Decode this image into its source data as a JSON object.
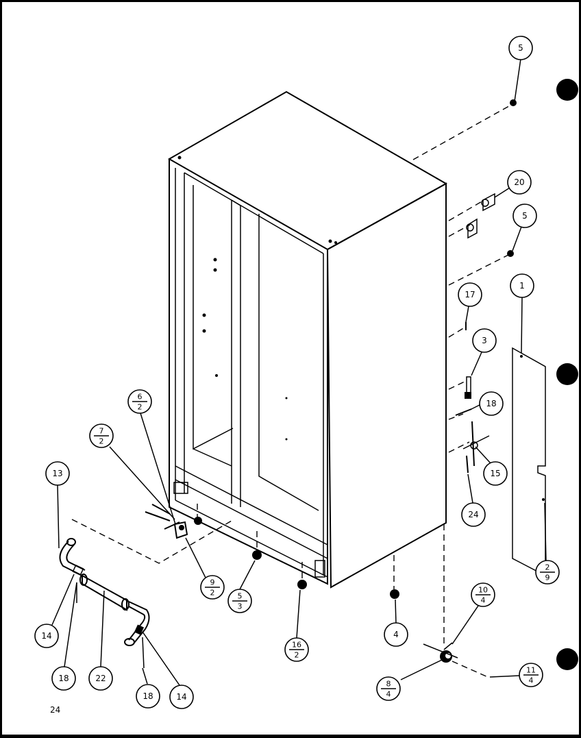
{
  "page_number": "24",
  "callouts": [
    {
      "id": "c5a",
      "top": "5"
    },
    {
      "id": "c20",
      "top": "20"
    },
    {
      "id": "c5b",
      "top": "5"
    },
    {
      "id": "c17",
      "top": "17"
    },
    {
      "id": "c1",
      "top": "1"
    },
    {
      "id": "c3",
      "top": "3"
    },
    {
      "id": "c18r",
      "top": "18"
    },
    {
      "id": "c15",
      "top": "15"
    },
    {
      "id": "c24",
      "top": "24"
    },
    {
      "id": "c2_9",
      "top": "2",
      "bottom": "9"
    },
    {
      "id": "c10_4",
      "top": "10",
      "bottom": "4"
    },
    {
      "id": "c11_4",
      "top": "11",
      "bottom": "4"
    },
    {
      "id": "c8_4",
      "top": "8",
      "bottom": "4"
    },
    {
      "id": "c4",
      "top": "4"
    },
    {
      "id": "c16_2",
      "top": "16",
      "bottom": "2"
    },
    {
      "id": "c5_3",
      "top": "5",
      "bottom": "3"
    },
    {
      "id": "c9_2",
      "top": "9",
      "bottom": "2"
    },
    {
      "id": "c6_2",
      "top": "6",
      "bottom": "2"
    },
    {
      "id": "c7_2",
      "top": "7",
      "bottom": "2"
    },
    {
      "id": "c13",
      "top": "13"
    },
    {
      "id": "c14a",
      "top": "14"
    },
    {
      "id": "c18a",
      "top": "18"
    },
    {
      "id": "c22",
      "top": "22"
    },
    {
      "id": "c18b",
      "top": "18"
    },
    {
      "id": "c14b",
      "top": "14"
    }
  ]
}
